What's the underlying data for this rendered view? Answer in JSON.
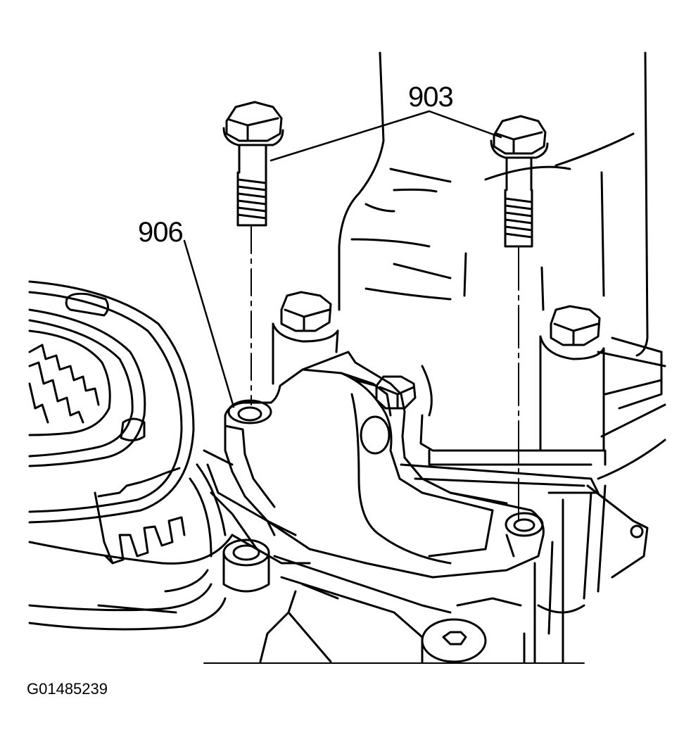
{
  "callouts": {
    "bolts": "903",
    "bracket": "906"
  },
  "figure_id": "G01485239",
  "colors": {
    "line": "#000000",
    "background": "#ffffff"
  }
}
